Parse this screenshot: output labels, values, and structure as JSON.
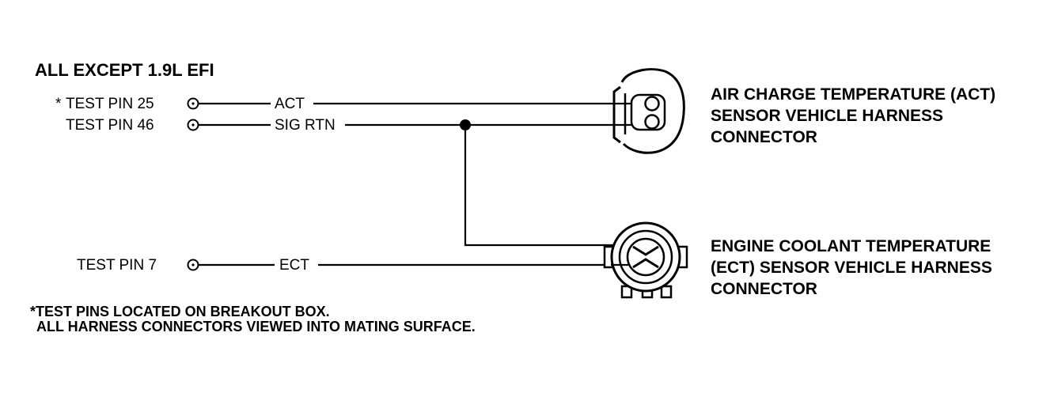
{
  "title": "ALL EXCEPT 1.9L EFI",
  "pins": [
    {
      "label": "TEST PIN 25",
      "marker": "*",
      "wire": "ACT"
    },
    {
      "label": "TEST PIN 46",
      "marker": "",
      "wire": "SIG RTN"
    },
    {
      "label": "TEST PIN 7",
      "marker": "",
      "wire": "ECT"
    }
  ],
  "connectors": {
    "act": {
      "line1": "AIR CHARGE TEMPERATURE (ACT)",
      "line2": "SENSOR VEHICLE HARNESS",
      "line3": "CONNECTOR"
    },
    "ect": {
      "line1": "ENGINE COOLANT TEMPERATURE",
      "line2": "(ECT) SENSOR VEHICLE HARNESS",
      "line3": "CONNECTOR"
    }
  },
  "notes": {
    "line1": "*TEST PINS LOCATED ON BREAKOUT BOX.",
    "line2": "ALL HARNESS CONNECTORS VIEWED INTO MATING SURFACE."
  }
}
